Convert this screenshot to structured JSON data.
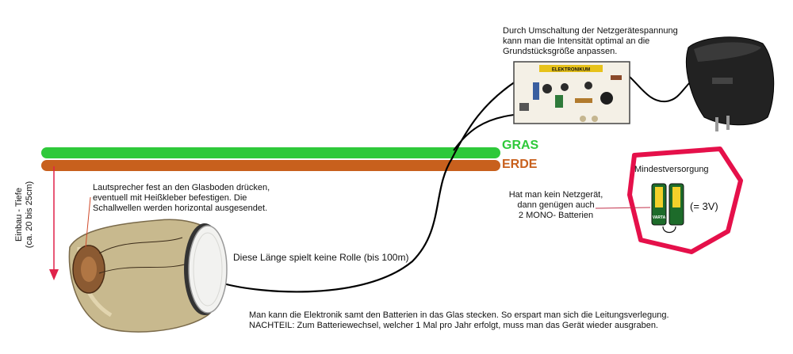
{
  "labels": {
    "gras": "GRAS",
    "erde": "ERDE",
    "psu_note": "Durch Umschaltung der Netzgerätespannung\nkann man die Intensität optimal an die\nGrundstücksgröße anpassen.",
    "speaker_note": "Lautsprecher fest an den Glasboden drücken,\neventuell mit Heißkleber befestigen. Die\nSchallwellen werden horizontal ausgesendet.",
    "depth": "Einbau - Tiefe\n(ca. 20 bis 25cm)",
    "length_note": "Diese Länge spielt keine Rolle (bis 100m)",
    "battery_note": "Hat man kein Netzgerät,\ndann genügen auch\n2 MONO- Batterien",
    "min_supply": "Mindestversorgung",
    "voltage": "(= 3V)",
    "bottom_line1": "Man kann die Elektronik samt den Batterien in das Glas stecken. So erspart man sich die Leitungsverlegung.",
    "bottom_line2": "NACHTEIL: Zum Batteriewechsel, welcher 1 Mal pro Jahr erfolgt,  muss man das Gerät wieder ausgraben.",
    "pcb_brand": "ELEKTRONIKUM",
    "battery_brand": "VARTA"
  },
  "colors": {
    "grass": "#2ec93a",
    "soil": "#c8601d",
    "depth_arrow": "#e0224a",
    "callout_box": "#e5104a",
    "wire": "#000000"
  }
}
